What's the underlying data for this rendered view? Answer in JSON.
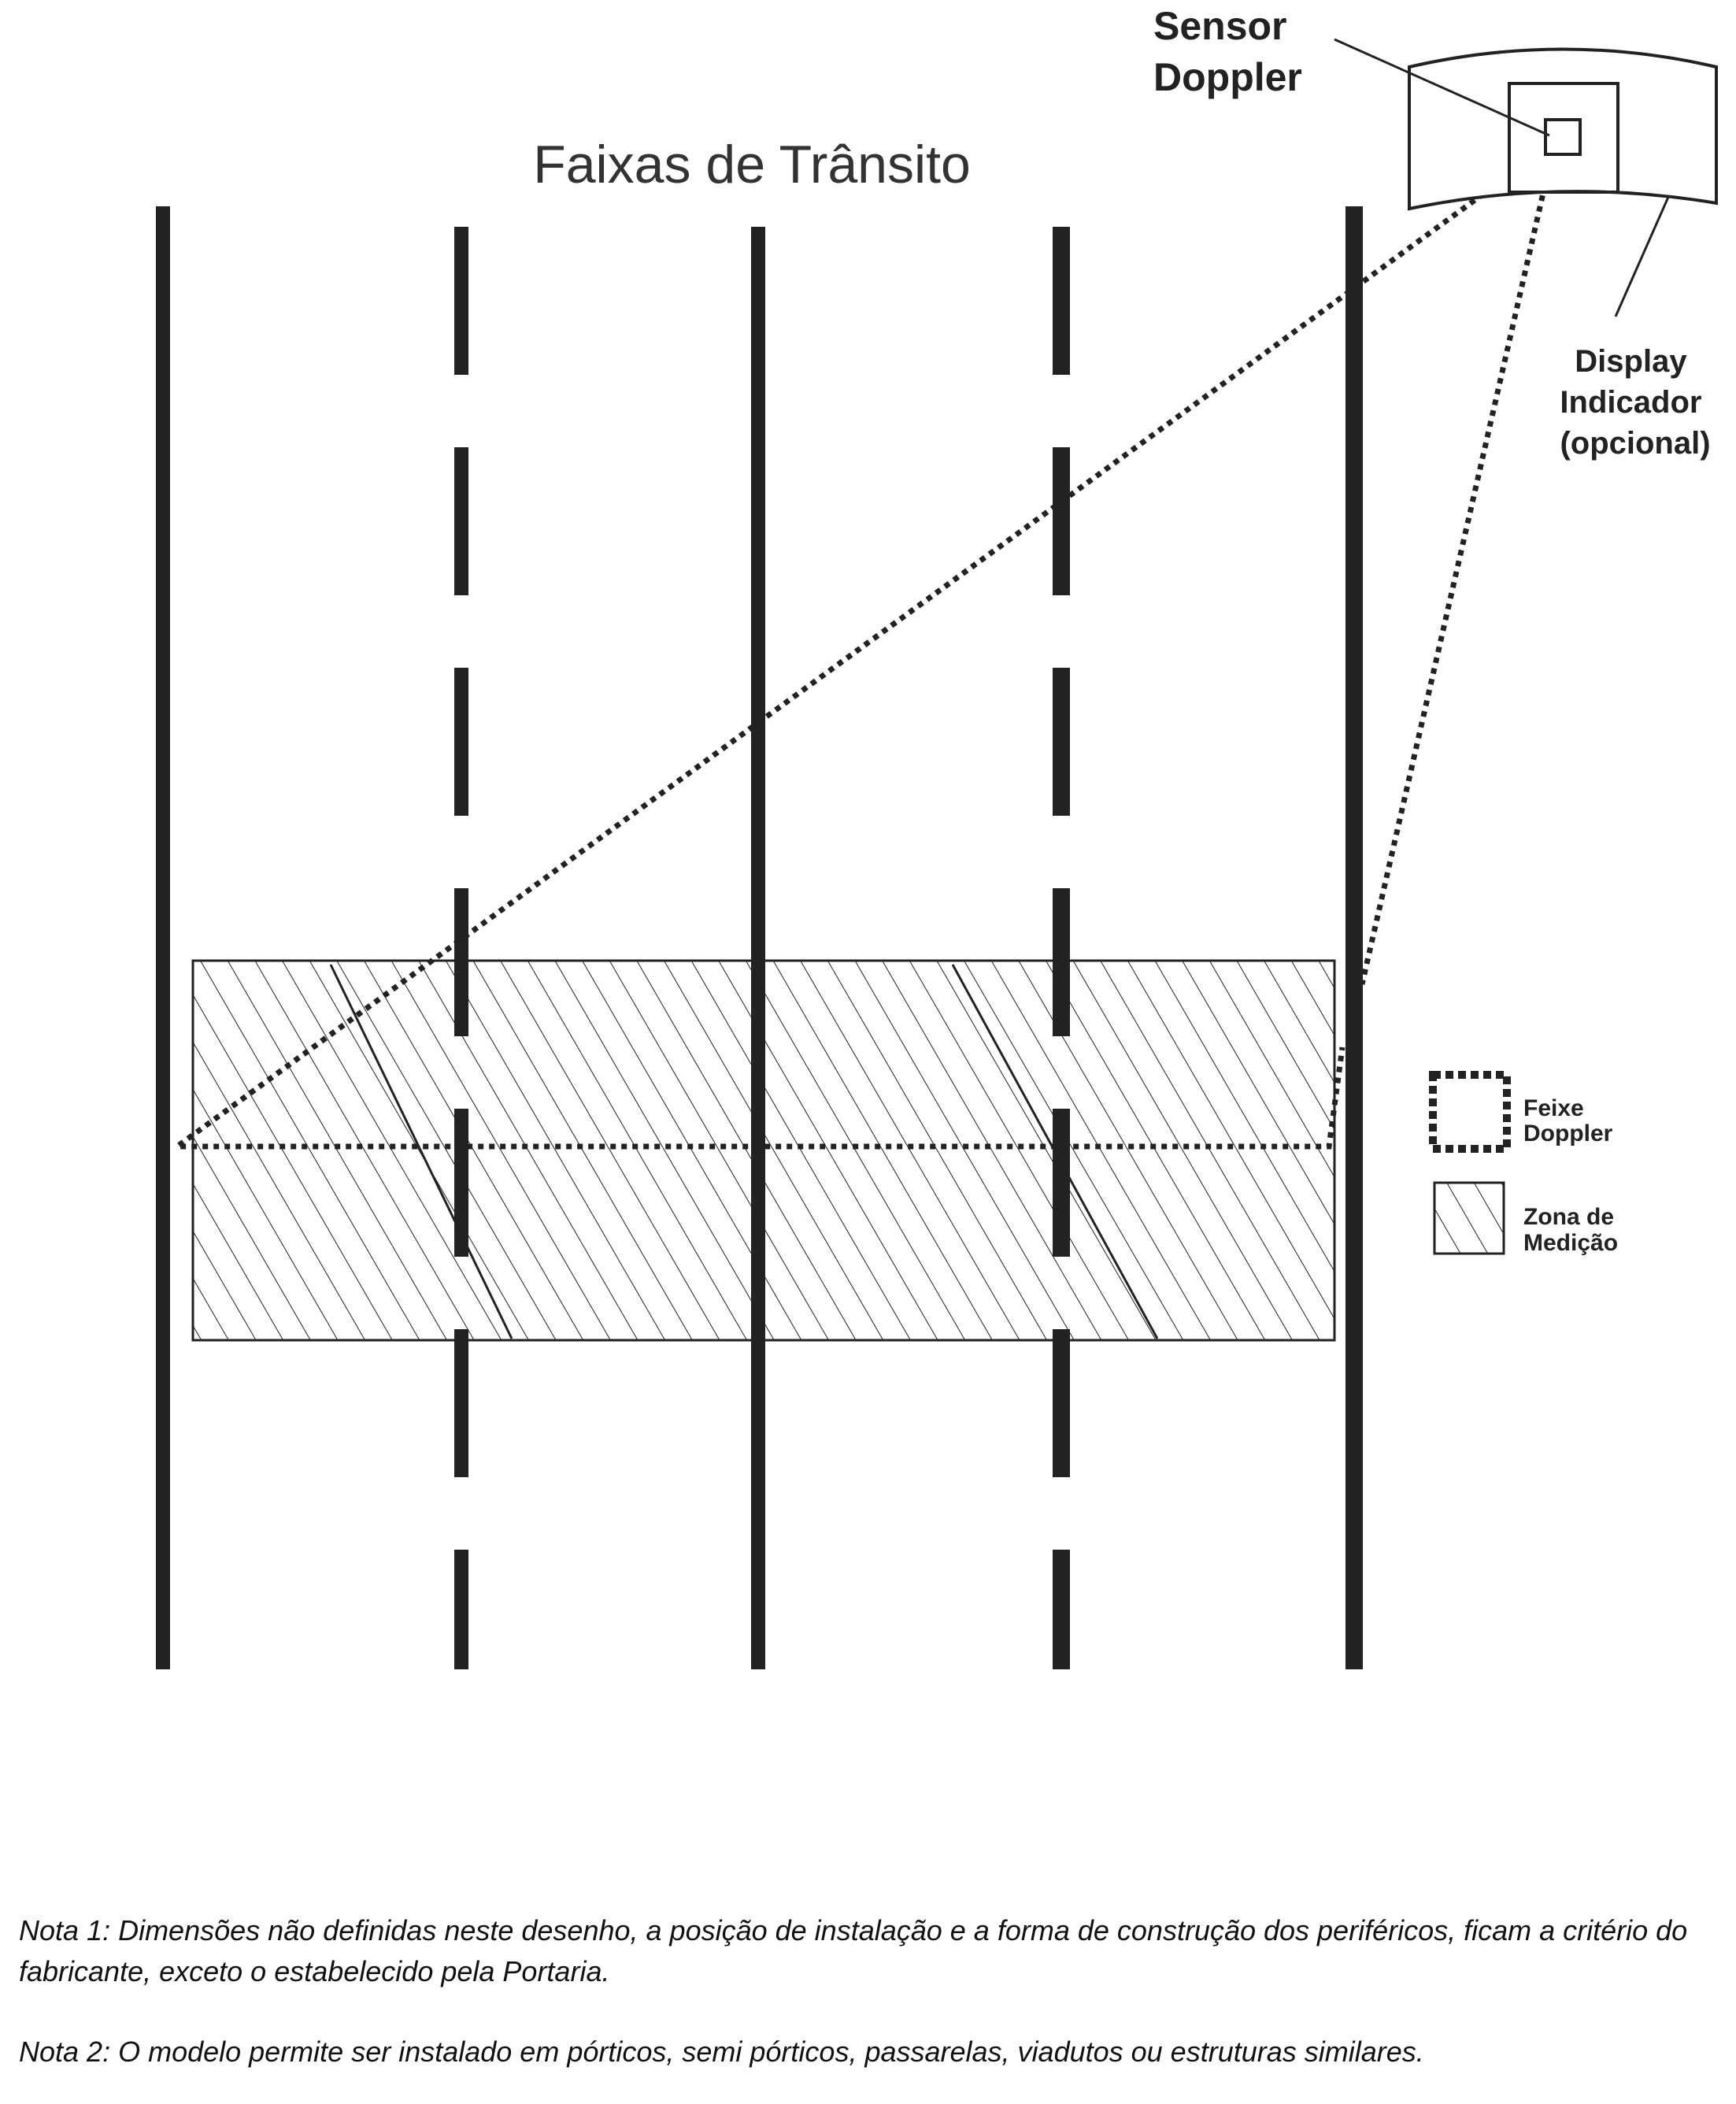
{
  "title": "Faixas de Trânsito",
  "sensor_label": [
    "Sensor",
    "Doppler"
  ],
  "display_label": [
    "Display",
    "Indicador",
    "(opcional)"
  ],
  "legend": {
    "beam": [
      "Feixe",
      "Doppler"
    ],
    "zone": [
      "Zona de",
      "Medição"
    ]
  },
  "notes": {
    "note1": "Nota 1: Dimensões não definidas neste desenho, a posição de instalação e a forma de construção dos periféricos, ficam a critério do fabricante, exceto o estabelecido pela Portaria.",
    "note2": "Nota 2: O modelo permite ser instalado em pórticos, semi pórticos, passarelas, viadutos ou estruturas similares."
  },
  "colors": {
    "line": "#222222",
    "background": "#ffffff"
  }
}
